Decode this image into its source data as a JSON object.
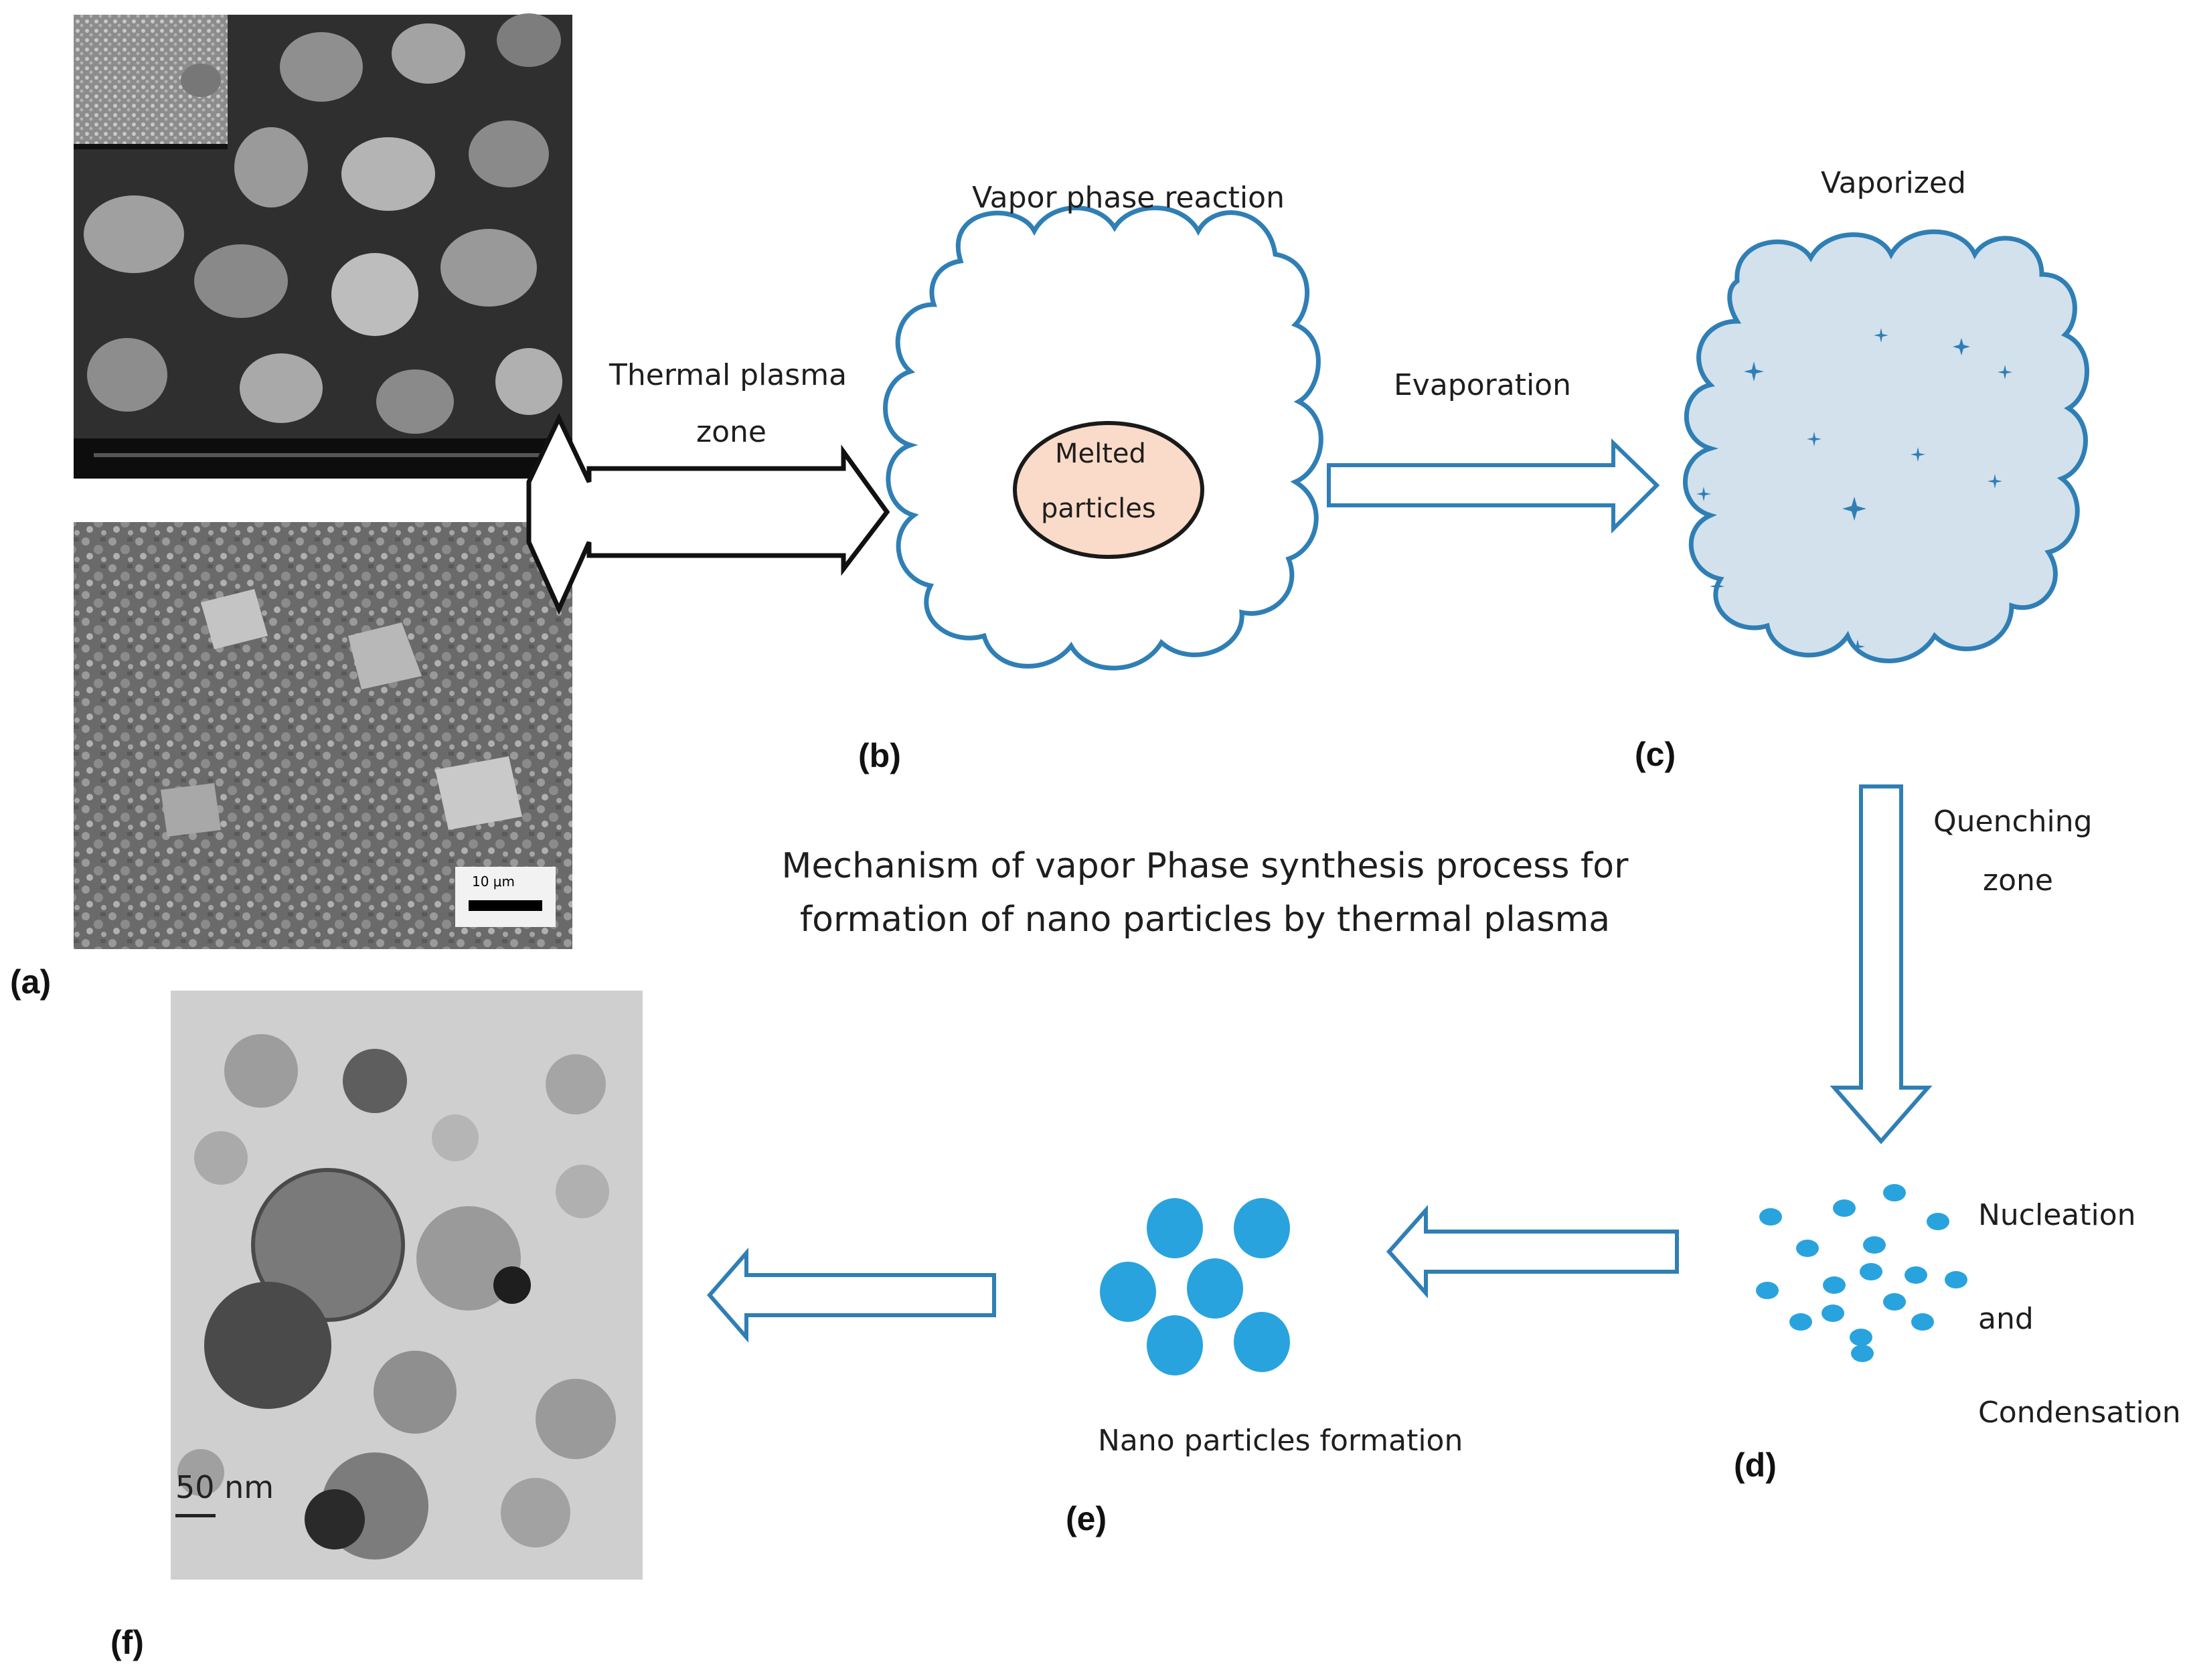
{
  "panels": {
    "a": "(a)",
    "b": "(b)",
    "c": "(c)",
    "d": "(d)",
    "e": "(e)",
    "f": "(f)"
  },
  "labels": {
    "thermal_line1": "Thermal plasma",
    "thermal_line2": "zone",
    "vapor_phase_reaction": "Vapor phase reaction",
    "melted_line1": "Melted",
    "melted_line2": "particles",
    "evaporation": "Evaporation",
    "vaporized": "Vaporized",
    "quenching_line1": "Quenching",
    "quenching_line2": "zone",
    "nucleation": "Nucleation",
    "and": "and",
    "condensation": "Condensation",
    "nano_formation": "Nano particles formation"
  },
  "caption": {
    "line1": "Mechanism of vapor Phase synthesis process for",
    "line2": "formation of nano particles by thermal plasma"
  },
  "micrographs": {
    "sem_bottom_scale": "10 μm",
    "tem_scale": "50 nm"
  },
  "colors": {
    "accent_blue": "#2f7fb5",
    "droplet_blue": "#29a3de",
    "melted_fill": "#fadac8",
    "vapor_fill": "#d3e1ec",
    "sem_dark": "#2e2e2e",
    "tem_bg": "#cfcfcf"
  }
}
